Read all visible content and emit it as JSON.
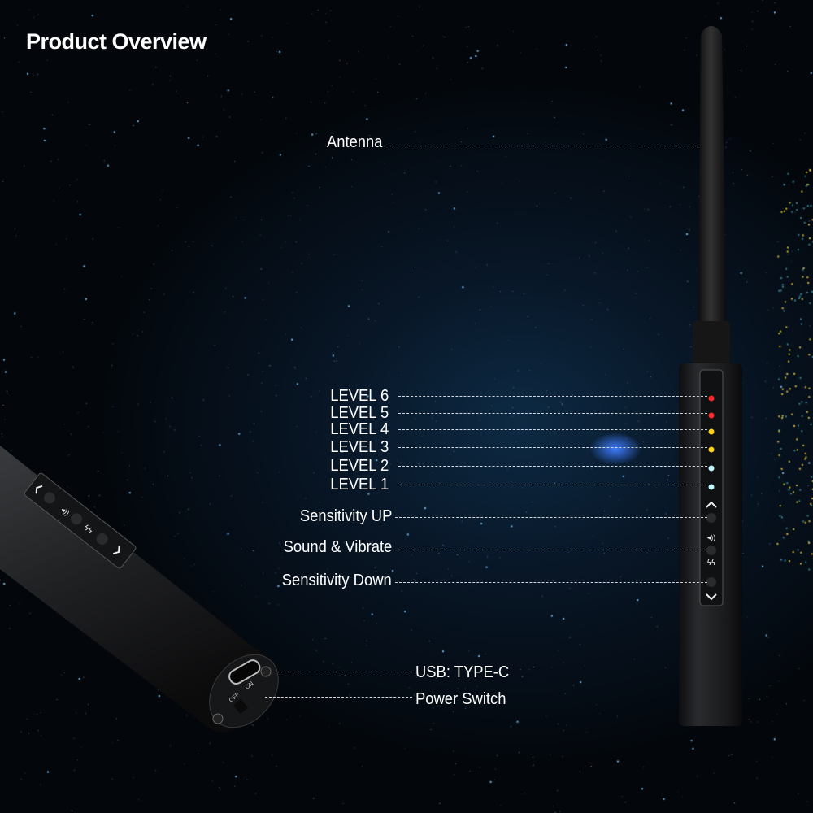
{
  "title": "Product Overview",
  "callouts": {
    "antenna": "Antenna",
    "levels": [
      "LEVEL 6",
      "LEVEL 5",
      "LEVEL 4",
      "LEVEL 3",
      "LEVEL 2",
      "LEVEL 1"
    ],
    "sensitivity_up": "Sensitivity UP",
    "sound_vibrate": "Sound & Vibrate",
    "sensitivity_down": "Sensitivity Down",
    "usb": "USB: TYPE-C",
    "power_switch": "Power Switch"
  },
  "device": {
    "switch_off": "OFF",
    "switch_on": "ON",
    "led_colors": [
      "#ff2a2a",
      "#ff2a2a",
      "#ffd21a",
      "#ffd21a",
      "#bff6ff",
      "#bff6ff"
    ],
    "body_color": "#1e1f21"
  },
  "icons": [
    "chevron-up-icon",
    "sound-icon",
    "vibrate-icon",
    "chevron-down-icon",
    "usb-c-port-icon",
    "screw-icon"
  ]
}
